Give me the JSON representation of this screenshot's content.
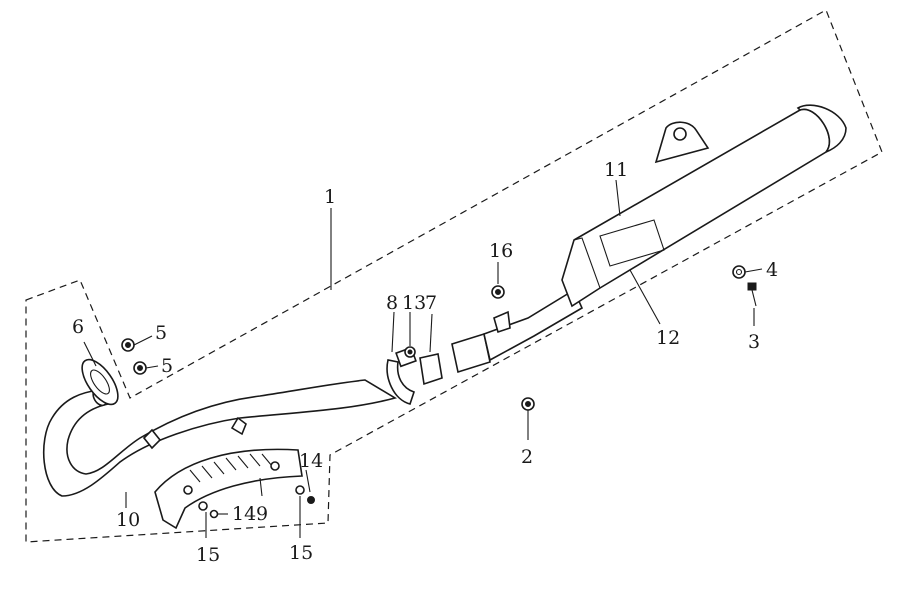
{
  "diagram": {
    "callouts": [
      {
        "id": "callout-1",
        "label": "1"
      },
      {
        "id": "callout-2",
        "label": "2"
      },
      {
        "id": "callout-3",
        "label": "3"
      },
      {
        "id": "callout-4",
        "label": "4"
      },
      {
        "id": "callout-5a",
        "label": "5"
      },
      {
        "id": "callout-5b",
        "label": "5"
      },
      {
        "id": "callout-6",
        "label": "6"
      },
      {
        "id": "callout-7",
        "label": "7"
      },
      {
        "id": "callout-8",
        "label": "8"
      },
      {
        "id": "callout-9",
        "label": "9"
      },
      {
        "id": "callout-10",
        "label": "10"
      },
      {
        "id": "callout-11",
        "label": "11"
      },
      {
        "id": "callout-12",
        "label": "12"
      },
      {
        "id": "callout-13",
        "label": "13"
      },
      {
        "id": "callout-14a",
        "label": "14"
      },
      {
        "id": "callout-14b",
        "label": "14"
      },
      {
        "id": "callout-15a",
        "label": "15"
      },
      {
        "id": "callout-15b",
        "label": "15"
      },
      {
        "id": "callout-16",
        "label": "16"
      }
    ],
    "colors": {
      "ink": "#1a1a1a",
      "background": "#ffffff"
    }
  }
}
